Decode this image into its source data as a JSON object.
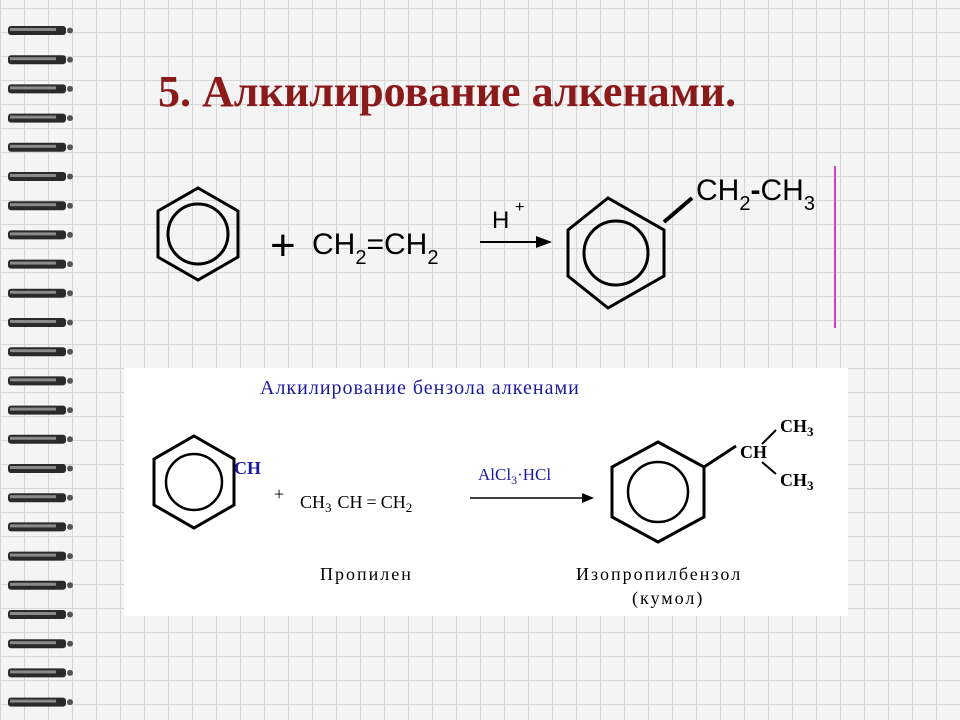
{
  "slide": {
    "title": "5. Алкилирование алкенами."
  },
  "reaction1": {
    "plus": "+",
    "reagent": {
      "ch2_left": "CH",
      "sub_left": "2",
      "double_bond": "=",
      "ch2_right": "CH",
      "sub_right": "2"
    },
    "catalyst": {
      "h": "H",
      "charge": "+"
    },
    "product": {
      "ch2": "CH",
      "sub2": "2",
      "bond": "-",
      "ch3": "CH",
      "sub3": "3"
    }
  },
  "reaction2": {
    "heading": "Алкилирование бензола алкенами",
    "reactant_ch": "CH",
    "plus": "+",
    "propylene_formula": {
      "ch3": "CH",
      "sub3": "3",
      "ch": "CH",
      "eq": "=",
      "ch2": "CH",
      "sub2": "2"
    },
    "catalyst": {
      "alcl": "AlCl",
      "sub3": "3",
      "dot_hcl": "·HCl"
    },
    "product_groups": {
      "top_ch3": "CH",
      "top_sub": "3",
      "ch": "CH",
      "bottom_ch3": "CH",
      "bottom_sub": "3"
    },
    "label_reactant": "Пропилен",
    "label_product_line1": "Изопропилбензол",
    "label_product_line2": "(кумол)"
  },
  "colors": {
    "title": "#8b1a1a",
    "heading_blue": "#1a1aa0",
    "ink": "#000000",
    "margin_line": "#d040c0"
  }
}
